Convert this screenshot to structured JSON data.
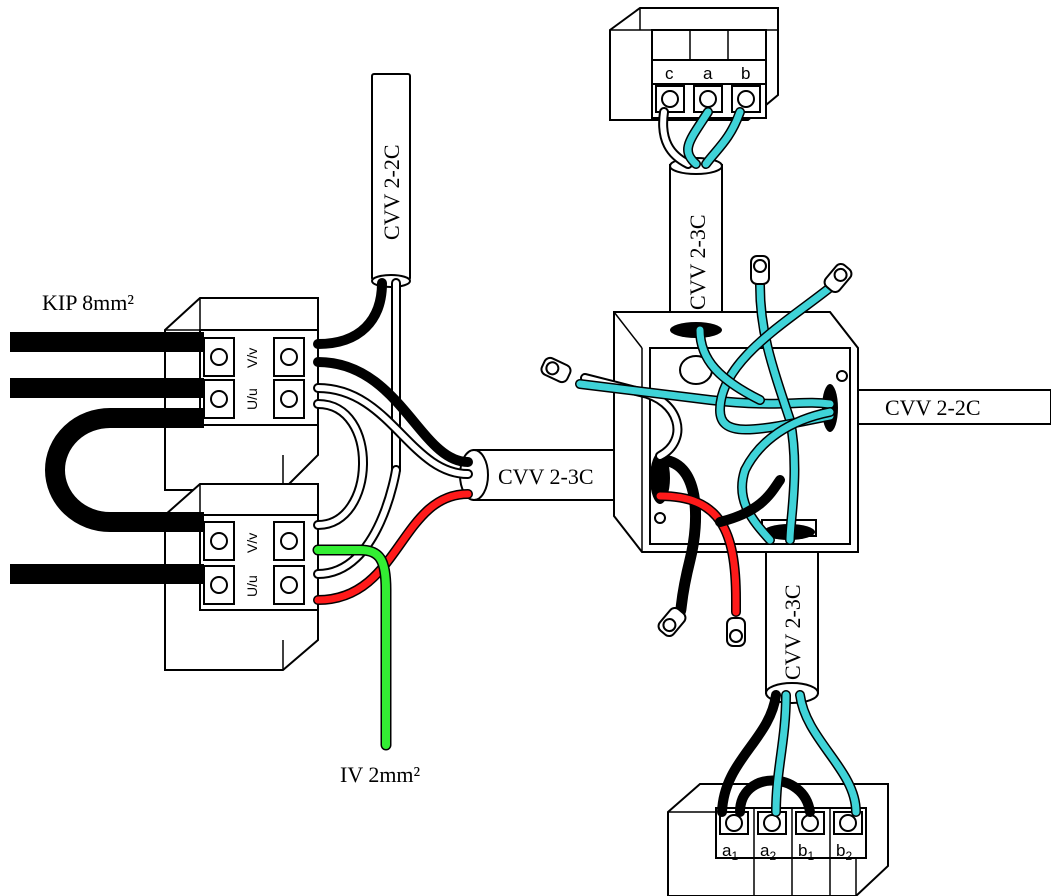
{
  "labels": {
    "kip": "KIP 8mm²",
    "iv": "IV 2mm²",
    "cvv_top_left": "CVV 2-2C",
    "cvv_mid": "CVV 2-3C",
    "cvv_top_right": "CVV 2-3C",
    "cvv_right": "CVV 2-2C",
    "cvv_bottom": "CVV 2-3C"
  },
  "transformer": {
    "upper": {
      "v": "V/v",
      "u": "U/u"
    },
    "lower": {
      "v": "V/v",
      "u": "U/u"
    }
  },
  "switch_top": {
    "terminals": [
      "c",
      "a",
      "b"
    ]
  },
  "switch_bottom": {
    "terminals": [
      {
        "main": "a",
        "sub": "1"
      },
      {
        "main": "a",
        "sub": "2"
      },
      {
        "main": "b",
        "sub": "1"
      },
      {
        "main": "b",
        "sub": "2"
      }
    ]
  },
  "colors": {
    "black": "#000000",
    "white": "#ffffff",
    "red": "#ff1a1a",
    "green": "#33ee33",
    "cyan": "#3fd3d8",
    "outline": "#000000"
  }
}
